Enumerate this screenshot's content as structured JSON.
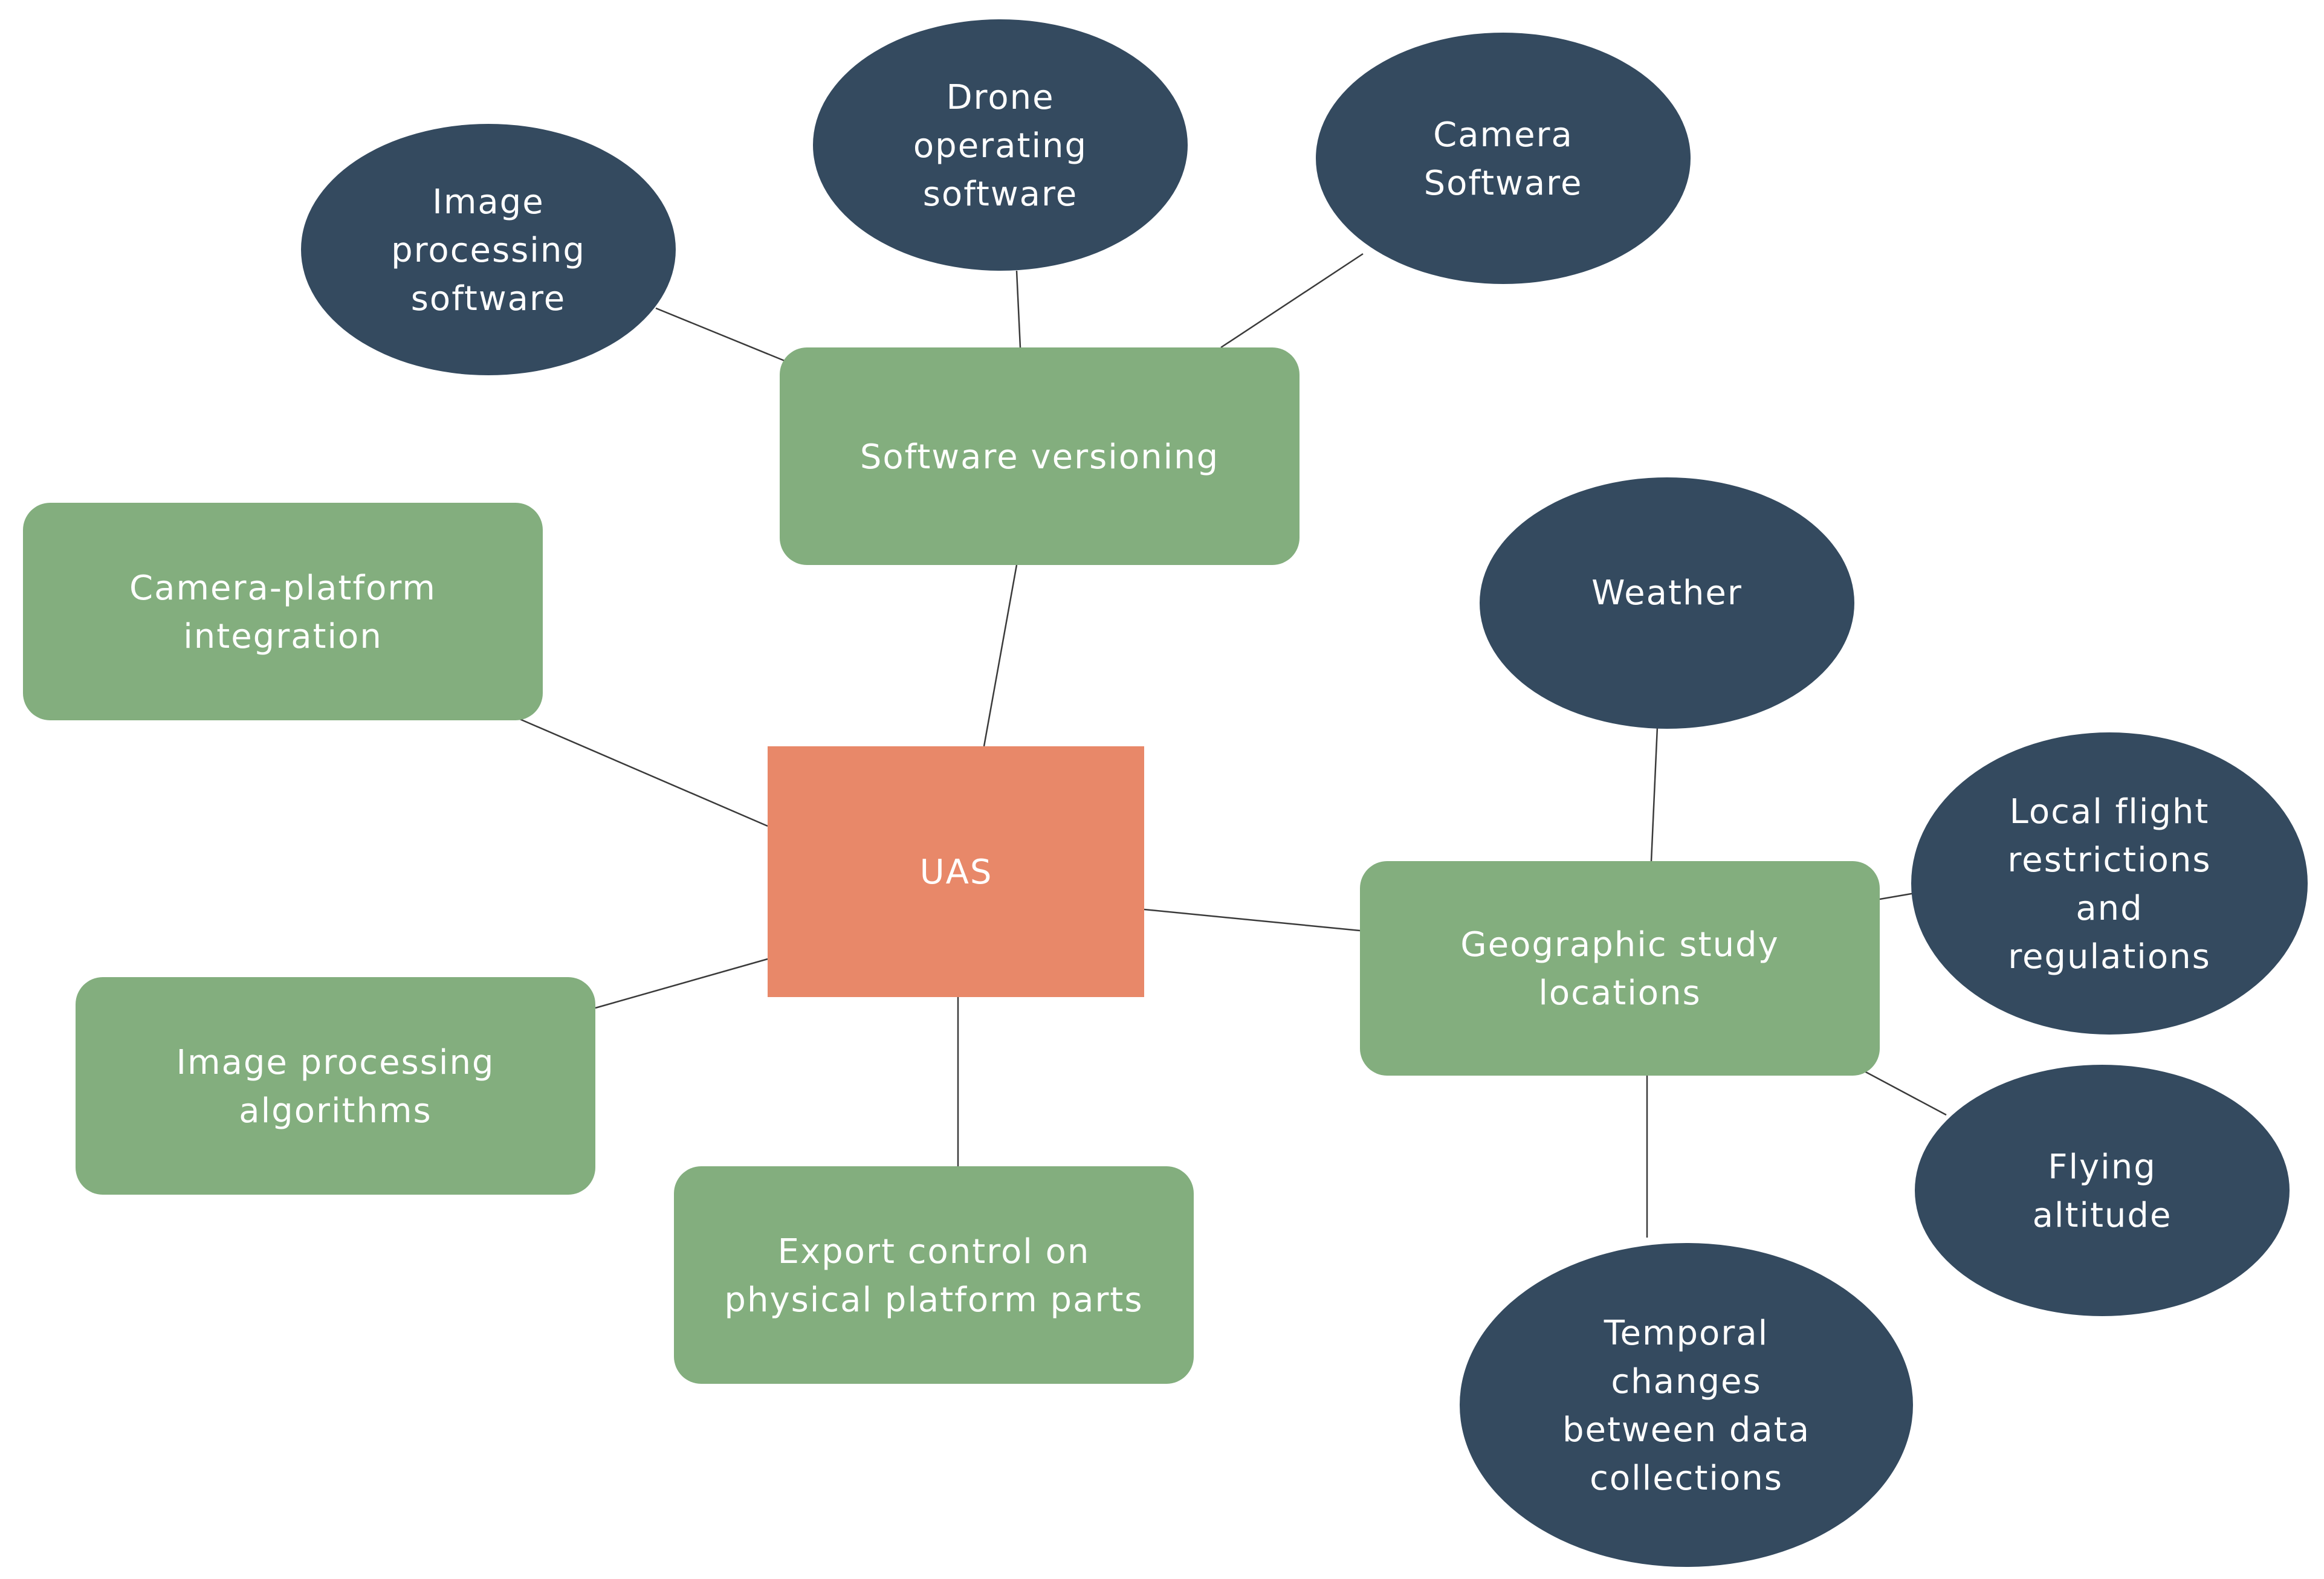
{
  "colors": {
    "oval_fill": "#344a5f",
    "box_fill": "#83ae7e",
    "center_fill": "#e88869",
    "line": "#3a3a3a",
    "text": "#ffffff"
  },
  "nodes": {
    "uas": {
      "lines": [
        "UAS"
      ]
    },
    "software_versioning": {
      "lines": [
        "Software versioning"
      ]
    },
    "camera_platform_integration": {
      "lines": [
        "Camera-platform",
        "integration"
      ]
    },
    "image_processing_algorithms": {
      "lines": [
        "Image processing",
        "algorithms"
      ]
    },
    "export_control": {
      "lines": [
        "Export control on",
        "physical platform parts"
      ]
    },
    "geographic_study_locations": {
      "lines": [
        "Geographic study",
        "locations"
      ]
    },
    "image_processing_software": {
      "lines": [
        "Image",
        "processing",
        "software"
      ]
    },
    "drone_operating_software": {
      "lines": [
        "Drone",
        "operating",
        "software"
      ]
    },
    "camera_software": {
      "lines": [
        "Camera",
        "Software"
      ]
    },
    "weather": {
      "lines": [
        "Weather"
      ]
    },
    "local_flight_restrictions": {
      "lines": [
        "Local flight",
        "restrictions",
        "and",
        "regulations"
      ]
    },
    "flying_altitude": {
      "lines": [
        "Flying",
        "altitude"
      ]
    },
    "temporal_changes": {
      "lines": [
        "Temporal",
        "changes",
        "between data",
        "collections"
      ]
    }
  }
}
